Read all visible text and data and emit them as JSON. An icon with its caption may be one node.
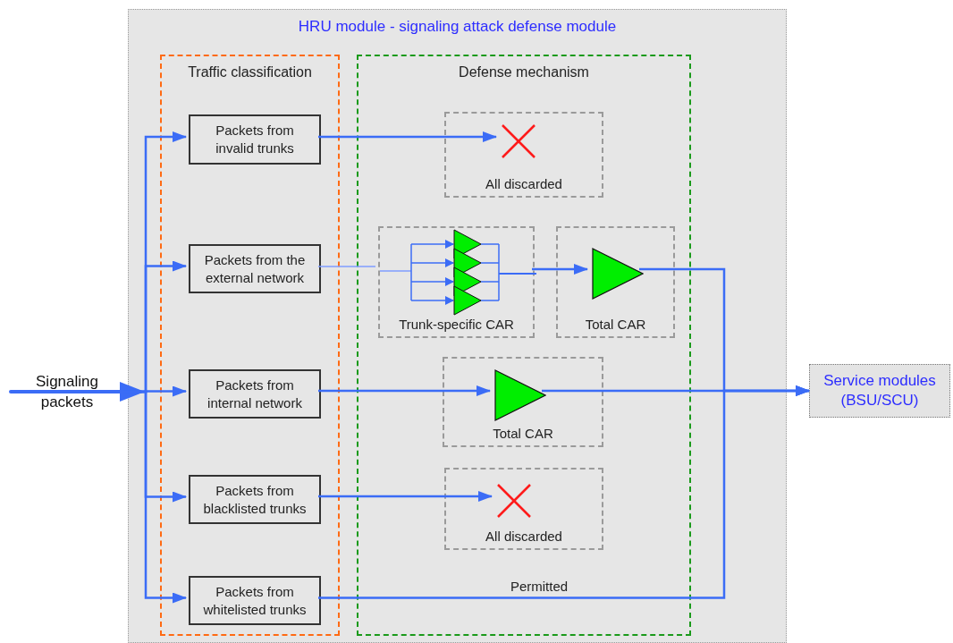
{
  "diagram": {
    "nodes": [
      {
        "text": [
          "HRU module - signaling attack defense module"
        ]
      },
      {
        "text": [
          "Traffic classification"
        ],
        "in": 0
      },
      {
        "text": [
          "Defense mechanism"
        ],
        "in": 0
      },
      {
        "text": [
          "Packets from invalid trunks"
        ],
        "in": 1
      },
      {
        "text": [
          "Packets from the external network"
        ],
        "in": 1
      },
      {
        "text": [
          "Packets from internal network"
        ],
        "in": 1
      },
      {
        "text": [
          "Packets from blacklisted trunks"
        ],
        "in": 1
      },
      {
        "text": [
          "Packets from whitelisted trunks"
        ],
        "in": 1
      },
      {
        "text": [
          "All discarded"
        ],
        "in": 2
      },
      {
        "text": [
          "Trunk-specific CAR"
        ],
        "in": 2
      },
      {
        "text": [
          "Total CAR"
        ],
        "in": 2
      },
      {
        "text": [
          "Total CAR"
        ],
        "in": 2
      },
      {
        "text": [
          "All discarded"
        ],
        "in": 2
      },
      {
        "text": [
          "Signaling packets"
        ]
      },
      {
        "text": [],
        "shape": "triangle",
        "in": 10
      },
      {
        "text": [],
        "shape": "triangle",
        "in": 11
      },
      {
        "text": [],
        "shape": "cross",
        "in": 8
      },
      {
        "text": [],
        "shape": "cross",
        "in": 12
      },
      {
        "text": [
          "Service modules (BSU/SCU)"
        ]
      }
    ],
    "edges": [
      {
        "from": 13,
        "to": 3,
        "arrow": "to"
      },
      {
        "from": 13,
        "to": 4,
        "arrow": "to"
      },
      {
        "from": 13,
        "to": 5,
        "arrow": "to"
      },
      {
        "from": 13,
        "to": 6,
        "arrow": "to"
      },
      {
        "from": 13,
        "to": 7,
        "arrow": "to"
      },
      {
        "from": 3,
        "to": 16,
        "arrow": "to"
      },
      {
        "from": 4,
        "to": 9,
        "arrow": "none",
        "color": "#7f9cff"
      },
      {
        "from": 9,
        "to": 14,
        "arrow": "to"
      },
      {
        "from": 14,
        "to": 18,
        "arrow": "to"
      },
      {
        "from": 5,
        "to": 15,
        "arrow": "to"
      },
      {
        "from": 15,
        "to": 18,
        "arrow": "to"
      },
      {
        "from": 6,
        "to": 17,
        "arrow": "to"
      },
      {
        "from": 7,
        "to": 18,
        "arrow": "to",
        "label": "Permitted"
      }
    ]
  }
}
